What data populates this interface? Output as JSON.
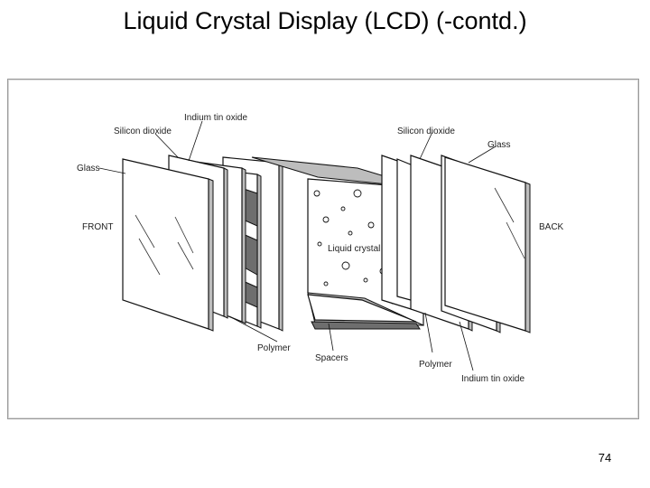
{
  "slide": {
    "title": "Liquid Crystal Display (LCD) (-contd.)",
    "page_number": "74"
  },
  "diagram": {
    "labels": {
      "silicon_dioxide_front": "Silicon dioxide",
      "indium_tin_oxide_front": "Indium tin oxide",
      "glass_front": "Glass",
      "front": "FRONT",
      "liquid_crystal": "Liquid crystal",
      "polymer_front": "Polymer",
      "spacers": "Spacers",
      "silicon_dioxide_back": "Silicon dioxide",
      "glass_back": "Glass",
      "back": "BACK",
      "polymer_back": "Polymer",
      "indium_tin_oxide_back": "Indium tin oxide"
    }
  }
}
